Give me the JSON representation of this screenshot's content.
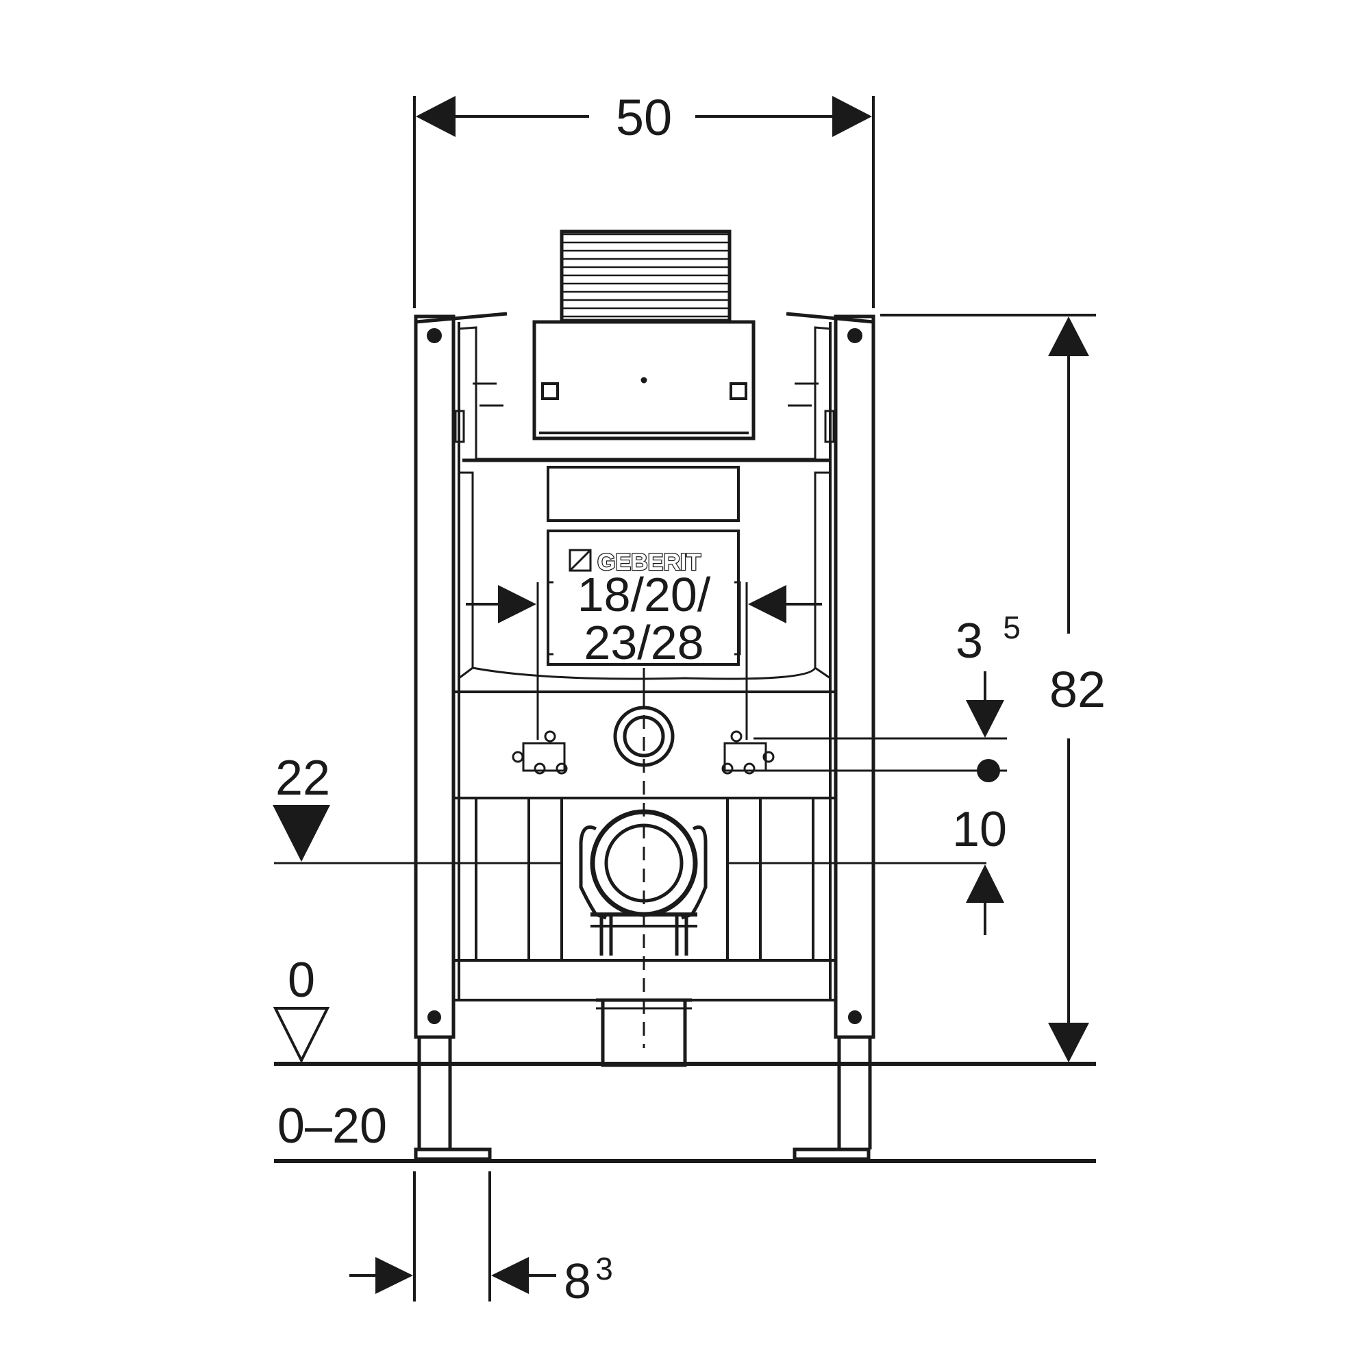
{
  "colors": {
    "line": "#1a1a1a",
    "background": "#ffffff"
  },
  "brand": "GEBERIT",
  "dimensions": {
    "width_top": "50",
    "height_right": "82",
    "flush_pipe_width_line1": "18/20/",
    "flush_pipe_width_line2": "23/28",
    "inlet_offset": {
      "base": "3",
      "sup": "5"
    },
    "waste_height": "22",
    "fixing_spacing": "10",
    "floor_level": "0",
    "foot_adjust": "0–20",
    "foot_depth": {
      "base": "8",
      "sup": "3"
    }
  }
}
